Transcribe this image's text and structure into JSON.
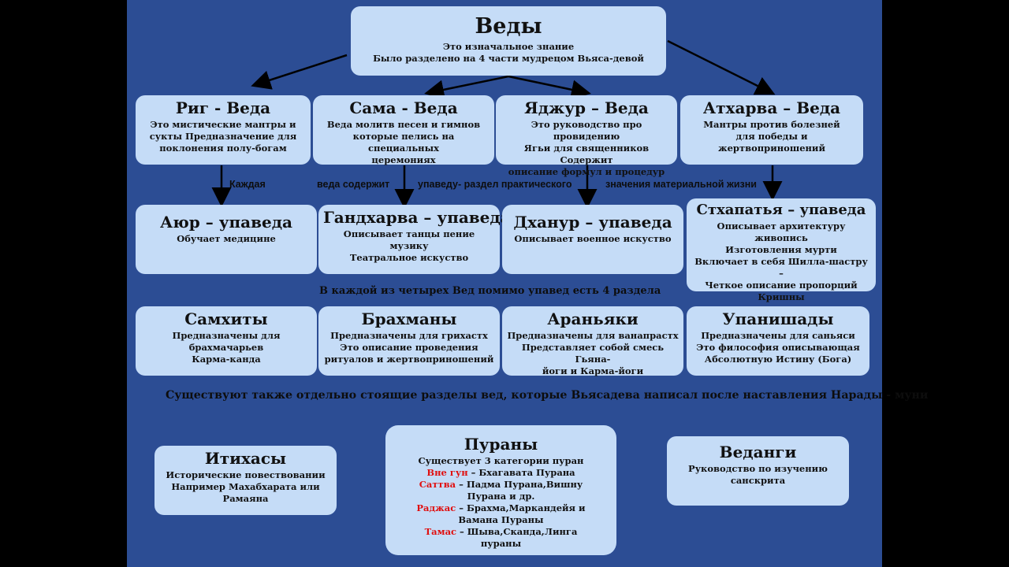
{
  "vedas": {
    "title": "Веды",
    "lines": [
      "Это изначальное знание",
      "Было разделено на 4  части мудрецом Вьяса-девой"
    ]
  },
  "four_vedas": [
    {
      "title": "Риг - Веда",
      "lines": [
        "Это мистические мантры и",
        "сукты Предназначение для",
        "поклонения полу-богам"
      ]
    },
    {
      "title": "Сама - Веда",
      "lines": [
        "Веда молитв песен и гимнов",
        "которые пелись на специальных",
        "церемониях"
      ]
    },
    {
      "title": "Яджур – Веда",
      "lines": [
        "Это руководство про провидению",
        "Ягьи для священников Содержит",
        "описание формул и процедур"
      ]
    },
    {
      "title": "Атхарва – Веда",
      "lines": [
        "Мантры против болезней",
        "для победы и жертвоприношений"
      ]
    }
  ],
  "upaveda_note": [
    "Каждая",
    "веда содержит",
    "упаведу- раздел практического",
    "значения материальной жизни"
  ],
  "upavedas": [
    {
      "title": "Аюр – упаведа",
      "lines": [
        "Обучает медицине"
      ]
    },
    {
      "title": "Гандхарва – упаведа",
      "lines": [
        "Описывает танцы пение музику",
        "Театральное искуство"
      ]
    },
    {
      "title": "Дханур – упаведа",
      "lines": [
        "Описывает военное искуство"
      ]
    },
    {
      "title": "Стхапатья – упаведа",
      "lines": [
        "Описывает архитектуру живопись",
        "Изготовления мурти",
        "Включает в себя Шилла-шастру –",
        "Четкое описание пропорций",
        "Кришны"
      ]
    }
  ],
  "sections_caption": "В каждой из четырех Вед помимо упавед есть 4 раздела",
  "sections": [
    {
      "title": "Самхиты",
      "lines": [
        "Предназначены для",
        "брахмачарьев",
        "Карма-канда"
      ]
    },
    {
      "title": "Брахманы",
      "lines": [
        "Предназначены для грихастх",
        "Это описание проведения",
        "ритуалов и жертвоприношений"
      ]
    },
    {
      "title": "Араньяки",
      "lines": [
        "Предназначены для ванапрастх",
        "Представляет собой смесь Гьяна-",
        "йоги и Карма-йоги"
      ]
    },
    {
      "title": "Упанишады",
      "lines": [
        "Предназначены для саньяси",
        "Это философия описывающая",
        "Абсолютную Истину (Бога)"
      ]
    }
  ],
  "separate_caption": "Существуют также отдельно стоящие разделы вед, которые Вьясадева написал после наставления Нарады - муни",
  "itihasa": {
    "title": "Итихасы",
    "lines": [
      "Исторические повествовании",
      "Например Махабхарата или",
      "Рамаяна"
    ]
  },
  "puranas": {
    "title": "Пураны",
    "intro": "Существует 3 категории пуран",
    "categories": [
      {
        "name": "Вне гун",
        "text": " – Бхагавата Пурана"
      },
      {
        "name": "Саттва",
        "text": " – Падма Пурана,Вишну Пурана и др."
      },
      {
        "name": "Раджас",
        "text": " – Брахма,Маркандейя и Вамана Пураны"
      },
      {
        "name": "Тамас",
        "text": " – Шыва,Сканда,Линга пураны"
      }
    ]
  },
  "vedanga": {
    "title": "Веданги",
    "lines": [
      "Руководство по изучению",
      "санскрита"
    ]
  },
  "colors": {
    "slide": "#2c4d94",
    "box": "#c5dcf7",
    "category": "#e01010"
  }
}
